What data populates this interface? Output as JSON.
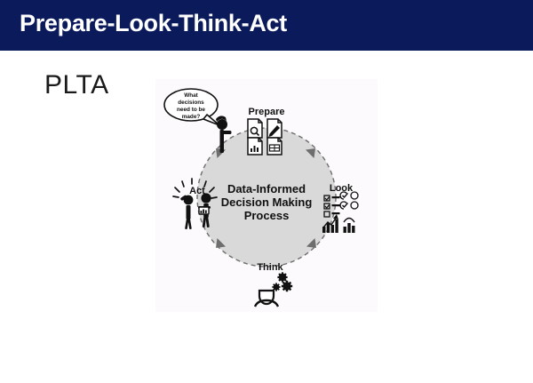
{
  "header": {
    "title": "Prepare-Look-Think-Act",
    "background_color": "#0b1a5b",
    "text_color": "#ffffff"
  },
  "slide": {
    "subtitle": "PLTA",
    "background_color": "#ffffff"
  },
  "diagram": {
    "name": "data-informed-decision-making-cycle",
    "center_label_line1": "Data-Informed",
    "center_label_line2": "Decision Making",
    "center_label_line3": "Process",
    "circle_fill": "#d9d9d9",
    "circle_stroke": "#8c8c8c",
    "speech_bubble": {
      "line1": "What",
      "line2": "decisions",
      "line3": "need to be",
      "line4": "made?"
    },
    "stages": [
      {
        "label": "Prepare",
        "position": "top"
      },
      {
        "label": "Look",
        "position": "right"
      },
      {
        "label": "Think",
        "position": "bottom"
      },
      {
        "label": "Act",
        "position": "left"
      }
    ]
  }
}
